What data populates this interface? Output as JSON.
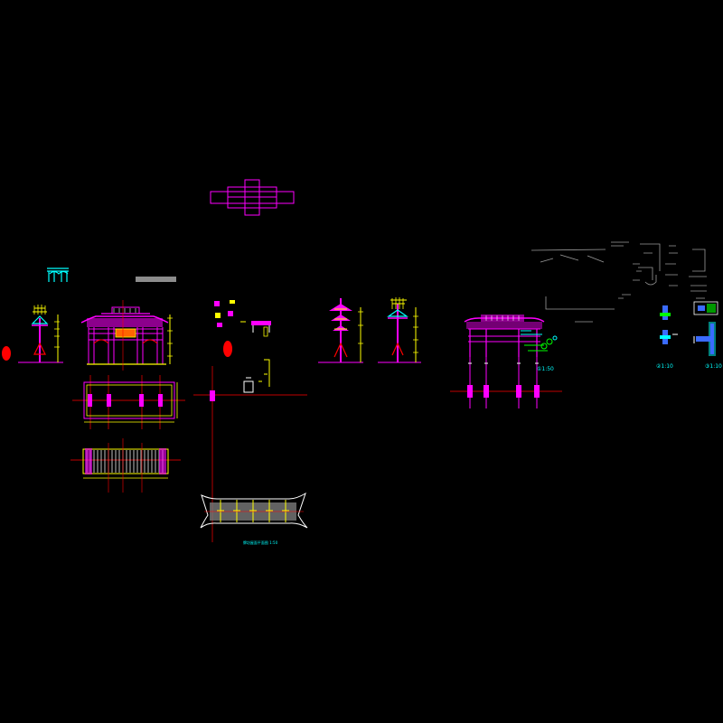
{
  "drawing": {
    "background": "#000000",
    "colors": {
      "magenta": "#ff00ff",
      "yellow": "#ffff00",
      "red": "#ff0000",
      "cyan": "#00ffff",
      "green": "#00ff00",
      "white": "#ffffff",
      "blue": "#3a6bff",
      "gray": "#8c8c8c"
    },
    "labels": {
      "detail_scale_1": "①1:50",
      "detail_scale_2": "②1:10",
      "detail_scale_3": "③1:10",
      "roof_plan_caption": "牌坊屋面平面图 1:50"
    }
  }
}
